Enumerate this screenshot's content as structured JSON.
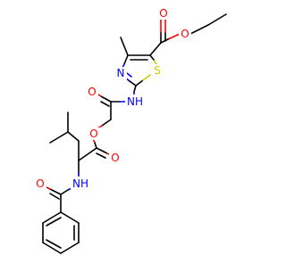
{
  "molecule": {
    "atom_labels": {
      "o_ester_carbonyl_top": "O",
      "o_ester_ethoxy": "O",
      "s_thiazole": "S",
      "n_thiazole": "N",
      "nh_amide_top": "NH",
      "o_amide_carbonyl": "O",
      "o_glycolate_ester": "O",
      "o_leucine_carbonyl": "O",
      "nh_benzamide": "NH",
      "o_benzamide_carbonyl": "O"
    },
    "colors": {
      "oxygen": "#ff0000",
      "nitrogen": "#0000ff",
      "sulfur": "#cccc00",
      "carbon_bond": "#000000"
    }
  }
}
